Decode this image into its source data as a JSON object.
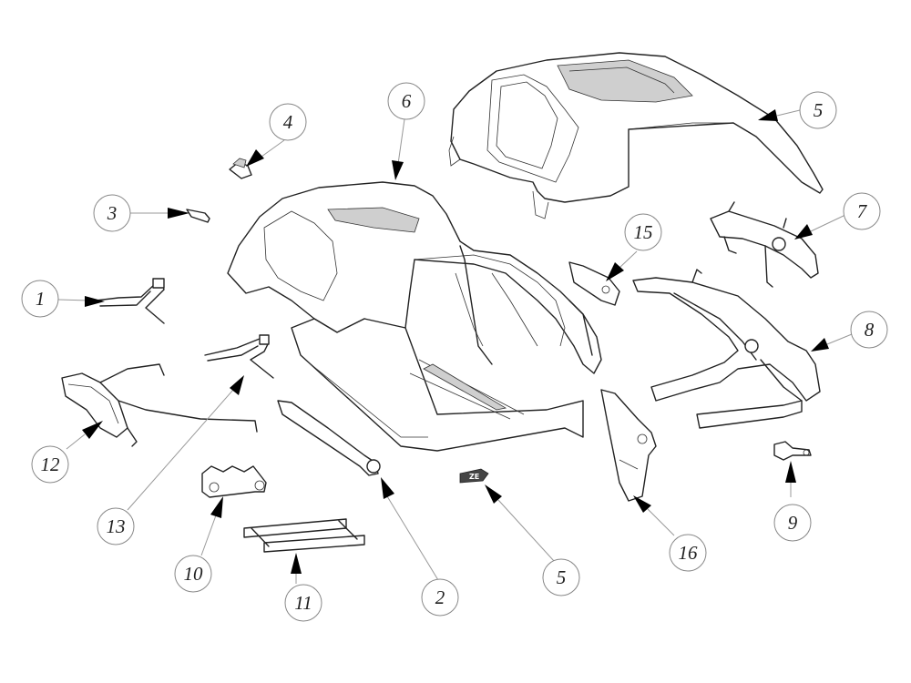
{
  "callouts": [
    {
      "id": "c1",
      "label": "1"
    },
    {
      "id": "c2",
      "label": "2"
    },
    {
      "id": "c3",
      "label": "3"
    },
    {
      "id": "c4",
      "label": "4"
    },
    {
      "id": "c5a",
      "label": "5"
    },
    {
      "id": "c5b",
      "label": "5"
    },
    {
      "id": "c6",
      "label": "6"
    },
    {
      "id": "c7",
      "label": "7"
    },
    {
      "id": "c8",
      "label": "8"
    },
    {
      "id": "c9",
      "label": "9"
    },
    {
      "id": "c10",
      "label": "10"
    },
    {
      "id": "c11",
      "label": "11"
    },
    {
      "id": "c12",
      "label": "12"
    },
    {
      "id": "c13",
      "label": "13"
    },
    {
      "id": "c15",
      "label": "15"
    },
    {
      "id": "c16",
      "label": "16"
    }
  ],
  "badge_text": "ZE",
  "colors": {
    "line": "#222222",
    "leader": "#999999",
    "circle": "#888888",
    "background": "#ffffff"
  }
}
